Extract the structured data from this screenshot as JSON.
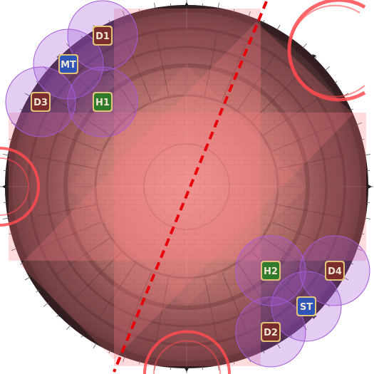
{
  "arena": {
    "floor_outer_color": "#5a3a3c",
    "floor_inner_color": "#a9766c",
    "floor_center_color": "#d7b3a6",
    "rim_color": "#3b2426"
  },
  "aoe_fill_color": "#ff7f86",
  "aoe_line_color": "#e8000b",
  "telegraph_ring_color": "#ff4a4f",
  "party_circle_color": "#a35ad6",
  "markers": [
    {
      "id": "D1",
      "label": "D1",
      "role": "dps",
      "color": "#7a2d2a"
    },
    {
      "id": "MT",
      "label": "MT",
      "role": "tank",
      "color": "#2f55b8"
    },
    {
      "id": "D3",
      "label": "D3",
      "role": "dps",
      "color": "#7a2d2a"
    },
    {
      "id": "H1",
      "label": "H1",
      "role": "healer",
      "color": "#2f7a2b"
    },
    {
      "id": "H2",
      "label": "H2",
      "role": "healer",
      "color": "#2f7a2b"
    },
    {
      "id": "D4",
      "label": "D4",
      "role": "dps",
      "color": "#7a2d2a"
    },
    {
      "id": "ST",
      "label": "ST",
      "role": "tank",
      "color": "#2f55b8"
    },
    {
      "id": "D2",
      "label": "D2",
      "role": "dps",
      "color": "#7a2d2a"
    }
  ],
  "icons": {
    "compass_arrow": "triangle-arrow-icon",
    "rim_tick": "tick-mark-icon"
  }
}
